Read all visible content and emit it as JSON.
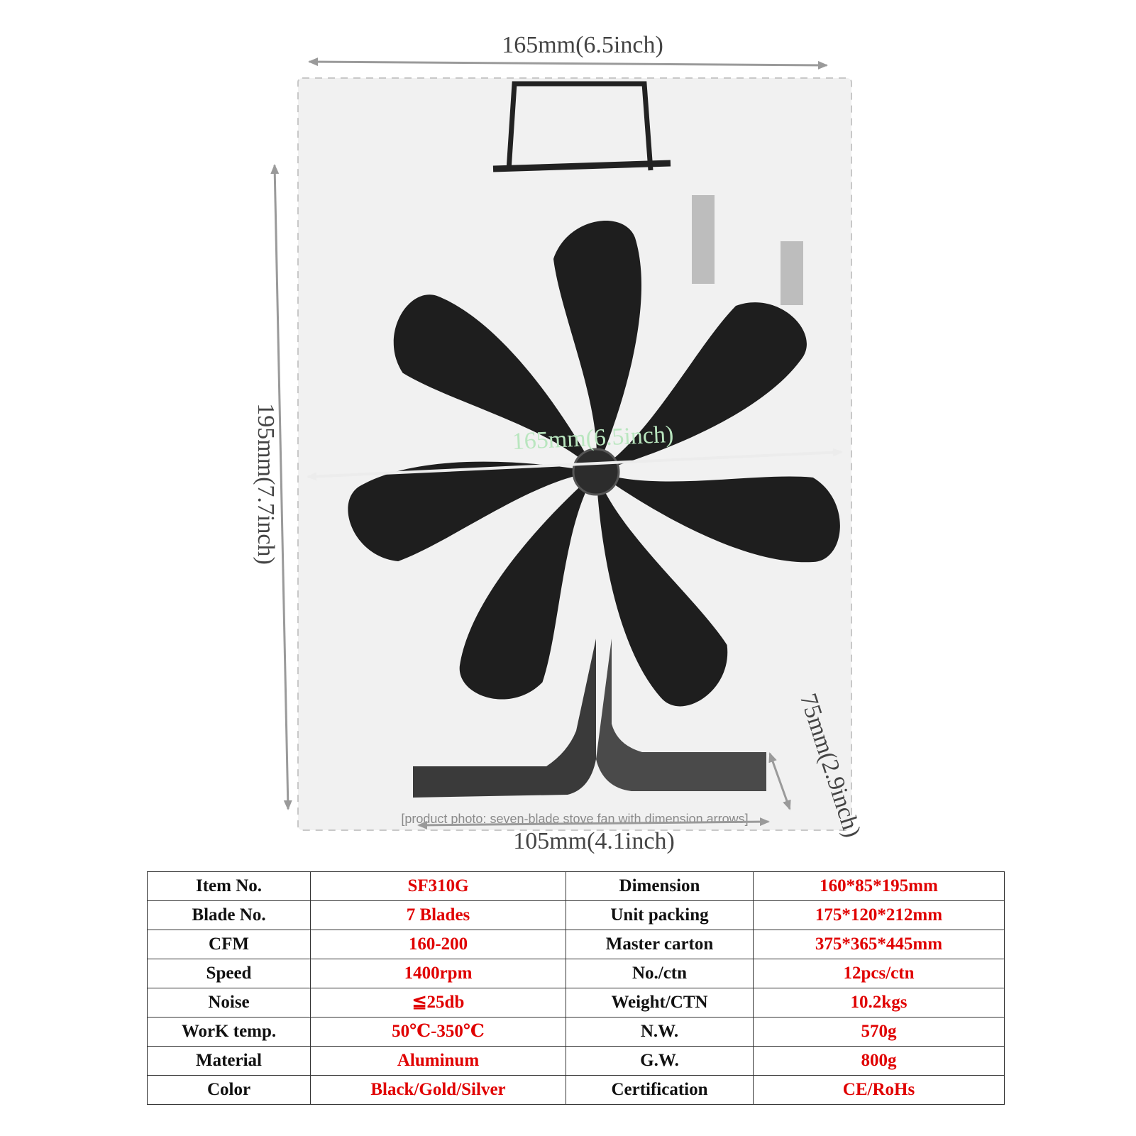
{
  "dimensions": {
    "top_width": "165mm(6.5inch)",
    "fan_width": "165mm(6.5inch)",
    "height": "195mm(7.7inch)",
    "base_width": "105mm(4.1inch)",
    "base_depth": "75mm(2.9inch)"
  },
  "specs": {
    "rows": [
      {
        "label_left": "Item No.",
        "value_left": "SF310G",
        "label_right": "Dimension",
        "value_right": "160*85*195mm"
      },
      {
        "label_left": "Blade No.",
        "value_left": "7 Blades",
        "label_right": "Unit packing",
        "value_right": "175*120*212mm"
      },
      {
        "label_left": "CFM",
        "value_left": "160-200",
        "label_right": "Master carton",
        "value_right": "375*365*445mm"
      },
      {
        "label_left": "Speed",
        "value_left": "1400rpm",
        "label_right": "No./ctn",
        "value_right": "12pcs/ctn"
      },
      {
        "label_left": "Noise",
        "value_left": "≦25db",
        "label_right": "Weight/CTN",
        "value_right": "10.2kgs"
      },
      {
        "label_left": "WorK temp.",
        "value_left": "50℃-350℃",
        "label_right": "N.W.",
        "value_right": "570g"
      },
      {
        "label_left": "Material",
        "value_left": "Aluminum",
        "label_right": "G.W.",
        "value_right": "800g"
      },
      {
        "label_left": "Color",
        "value_left": "Black/Gold/Silver",
        "label_right": "Certification",
        "value_right": "CE/RoHs"
      }
    ]
  },
  "colors": {
    "label_text": "#111111",
    "value_text": "#e00000",
    "fan_body": "#1e1e1e",
    "dimension_line": "#9a9a9a",
    "inner_dimension_text": "#b9e6bf"
  },
  "image": {
    "placeholder": "[product photo: seven-blade stove fan with dimension arrows]"
  }
}
